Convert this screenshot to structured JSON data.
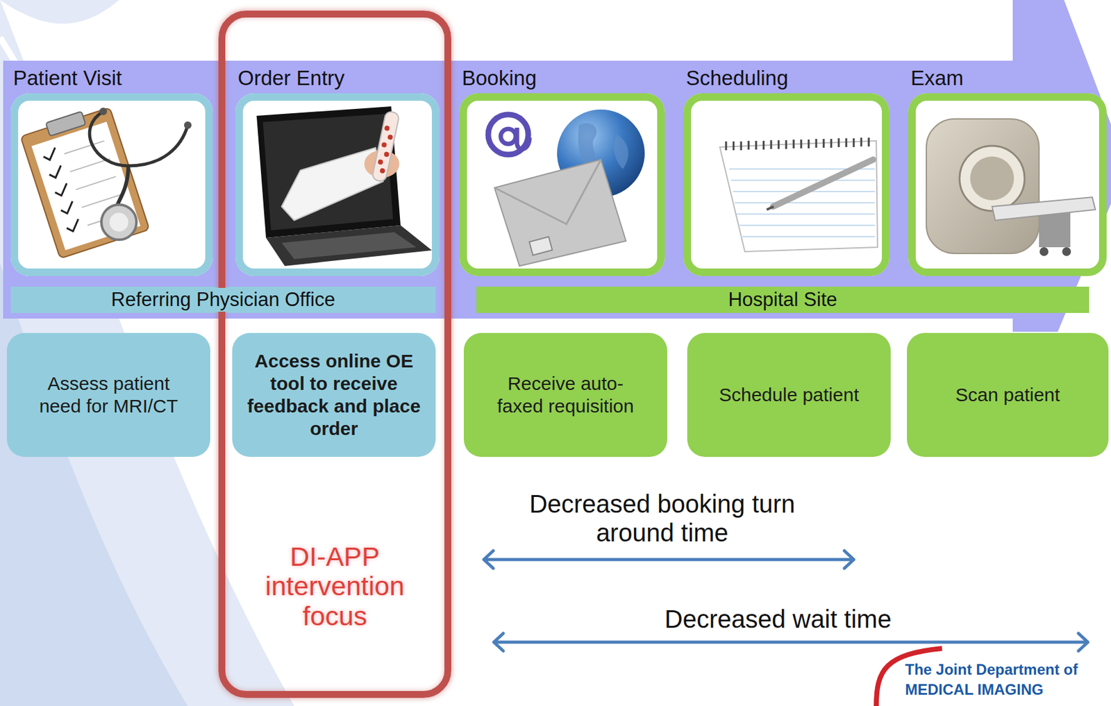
{
  "diagram": {
    "nodes": [
      {
        "text": [
          "Patient Visit"
        ]
      },
      {
        "text": [
          "DI-APP intervention focus"
        ]
      },
      {
        "text": [
          "Order Entry"
        ],
        "in": 1
      },
      {
        "text": [
          "Booking"
        ]
      },
      {
        "text": [
          "Scheduling"
        ]
      },
      {
        "text": [
          "Exam"
        ]
      },
      {
        "text": [
          "Referring Physician Office"
        ]
      },
      {
        "text": [
          "Hospital Site"
        ]
      },
      {
        "text": [
          "Assess patient need for MRI/CT"
        ]
      },
      {
        "text": [
          "Access online OE tool to receive feedback and place order"
        ],
        "in": 1
      },
      {
        "text": [
          "Receive auto-faxed requisition"
        ]
      },
      {
        "text": [
          "Schedule patient"
        ]
      },
      {
        "text": [
          "Scan patient"
        ]
      }
    ],
    "labels": [
      "Decreased booking turn around time",
      "Decreased wait time",
      "The Joint Department of",
      "MEDICAL IMAGING"
    ]
  }
}
